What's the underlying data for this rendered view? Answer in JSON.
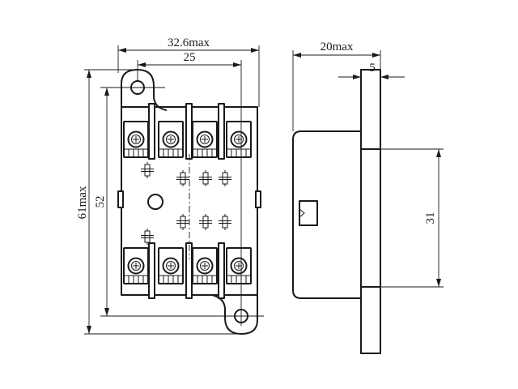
{
  "front_view": {
    "dim_overall_width": "32.6max",
    "dim_mount_hole_pitch_h": "25",
    "dim_overall_height": "61max",
    "dim_mount_hole_pitch_v": "52"
  },
  "side_view": {
    "dim_depth": "20max",
    "dim_flange": "5",
    "dim_body_height": "31"
  }
}
